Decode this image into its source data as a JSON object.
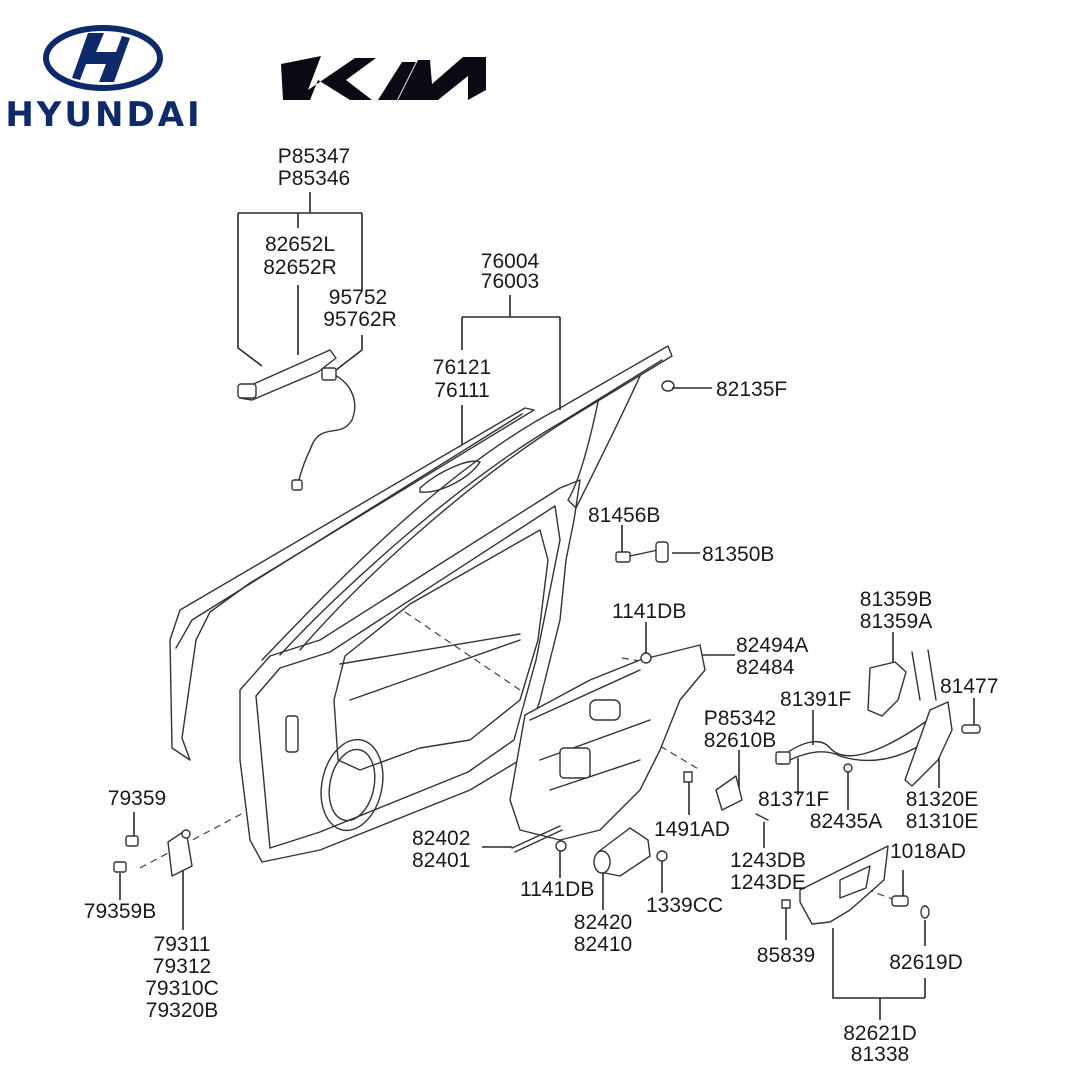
{
  "brands": {
    "hyundai": {
      "wordmark": "HYUNDAI",
      "color": "#0e2a6b"
    },
    "kia": {
      "wordmark": "KIA",
      "color": "#0a0a14"
    }
  },
  "diagram": {
    "title": "Front Door Panel & Locking Components",
    "callouts": [
      {
        "id": "outside-handle-set",
        "parts": [
          "P85347",
          "P85346"
        ]
      },
      {
        "id": "handle-body",
        "parts": [
          "82652L",
          "82652R"
        ]
      },
      {
        "id": "handle-sensor",
        "parts": [
          "95752",
          "95762R"
        ]
      },
      {
        "id": "door-panel-assy",
        "parts": [
          "76004",
          "76003"
        ]
      },
      {
        "id": "outer-panel",
        "parts": [
          "76121",
          "76111"
        ]
      },
      {
        "id": "grommet",
        "parts": [
          "82135F"
        ]
      },
      {
        "id": "screw-checker",
        "parts": [
          "81456B"
        ]
      },
      {
        "id": "door-checker",
        "parts": [
          "81350B"
        ]
      },
      {
        "id": "bolt-regulator-top",
        "parts": [
          "1141DB"
        ]
      },
      {
        "id": "regulator-bracket",
        "parts": [
          "82494A",
          "82484"
        ]
      },
      {
        "id": "latch-actuator",
        "parts": [
          "81359B",
          "81359A"
        ]
      },
      {
        "id": "striker-bolt",
        "parts": [
          "81477"
        ]
      },
      {
        "id": "lock-cable",
        "parts": [
          "81391F"
        ]
      },
      {
        "id": "power-window-switch",
        "parts": [
          "P85342",
          "82610B"
        ]
      },
      {
        "id": "inside-cable",
        "parts": [
          "81371F"
        ]
      },
      {
        "id": "cable-clip",
        "parts": [
          "82435A"
        ]
      },
      {
        "id": "door-latch",
        "parts": [
          "81320E",
          "81310E"
        ]
      },
      {
        "id": "upper-hinge-bolt",
        "parts": [
          "79359"
        ]
      },
      {
        "id": "lower-hinge-bolt",
        "parts": [
          "79359B"
        ]
      },
      {
        "id": "hinge",
        "parts": [
          "79311",
          "79312",
          "79310C",
          "79320B"
        ]
      },
      {
        "id": "regulator-rail",
        "parts": [
          "82402",
          "82401"
        ]
      },
      {
        "id": "bolt-regulator-bottom",
        "parts": [
          "1141DB"
        ]
      },
      {
        "id": "clip",
        "parts": [
          "1491AD"
        ]
      },
      {
        "id": "screw-switch",
        "parts": [
          "1243DB",
          "1243DE"
        ]
      },
      {
        "id": "window-motor",
        "parts": [
          "82420",
          "82410"
        ]
      },
      {
        "id": "nut",
        "parts": [
          "1339CC"
        ]
      },
      {
        "id": "trim-clip",
        "parts": [
          "85839"
        ]
      },
      {
        "id": "screw-armrest",
        "parts": [
          "1018AD"
        ]
      },
      {
        "id": "cap",
        "parts": [
          "82619D"
        ]
      },
      {
        "id": "armrest-assy",
        "parts": [
          "82621D",
          "81338"
        ]
      }
    ]
  }
}
